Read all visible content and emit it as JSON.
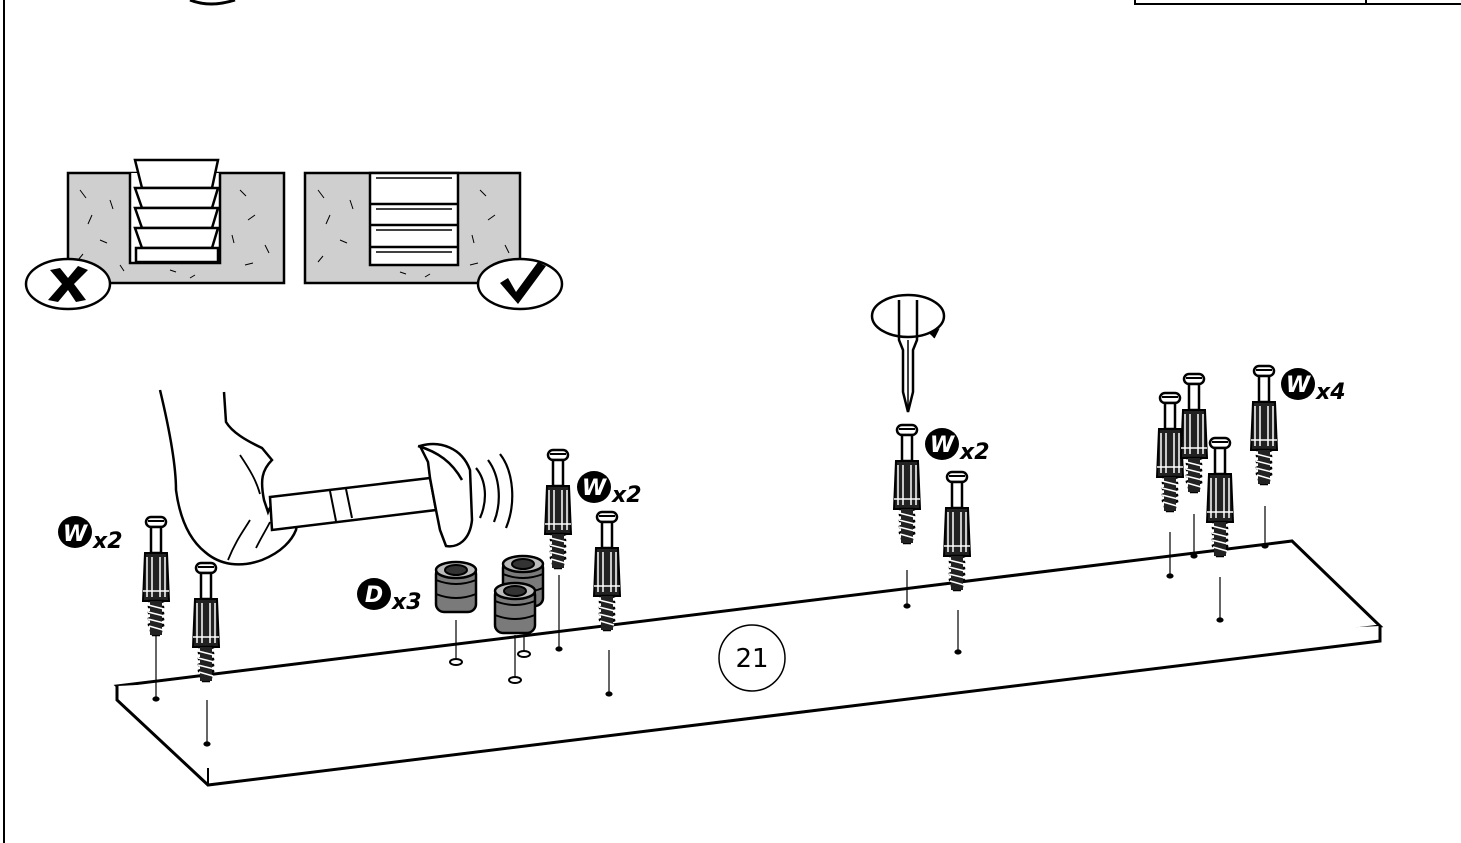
{
  "panel_number": "21",
  "labels": {
    "w_left": {
      "letter": "W",
      "count": "x2"
    },
    "d_center": {
      "letter": "D",
      "count": "x3"
    },
    "w_center_left": {
      "letter": "W",
      "count": "x2"
    },
    "w_center_right": {
      "letter": "W",
      "count": "x2"
    },
    "w_right": {
      "letter": "W",
      "count": "x4"
    }
  },
  "colors": {
    "ink": "#000000",
    "concrete": "#cfcfcf",
    "paper": "#ffffff",
    "insert_gray": "#8a8a8a"
  },
  "icons": {
    "wrong_mark": "x-mark-icon",
    "right_mark": "check-mark-icon",
    "hammer": "hammer-icon",
    "screwdriver": "screwdriver-icon",
    "rotation": "rotate-icon"
  }
}
